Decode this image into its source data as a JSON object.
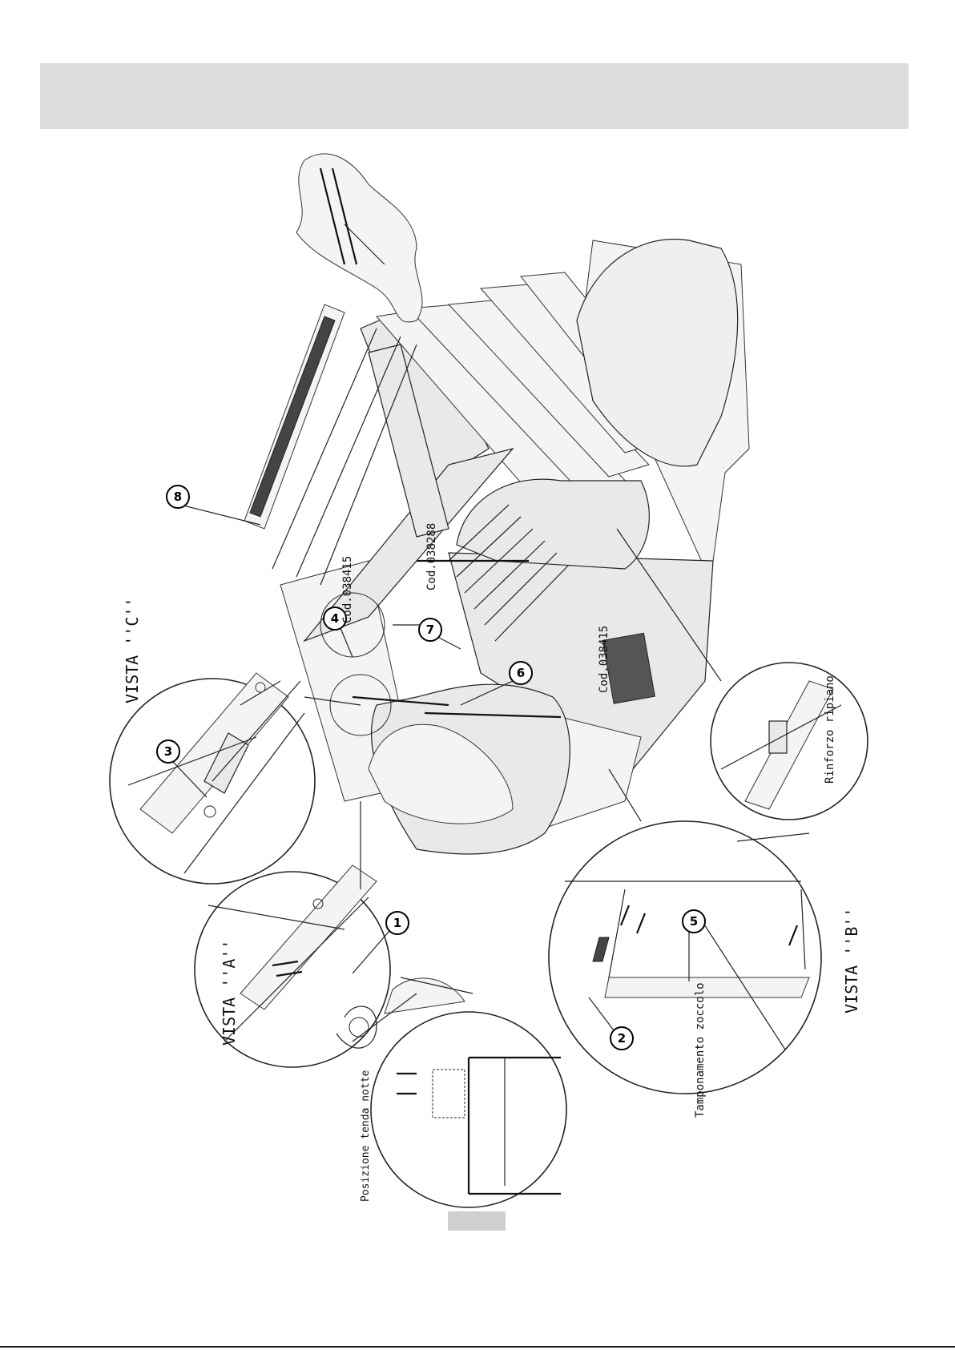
{
  "header": {
    "text": ""
  },
  "labels": {
    "vista_c": "VISTA ''C''",
    "vista_a": "VISTA ''A''",
    "vista_b": "VISTA ''B''",
    "cod_a": "Cod.038415",
    "cod_b": "Cod.038288",
    "cod_c": "Cod.038415",
    "rinforzo": "Rinforzo ripiano",
    "tamponamento": "Tamponamento zoccolo",
    "posizione": "Posizione tenda notte"
  },
  "callouts": [
    "1",
    "2",
    "3",
    "4",
    "5",
    "6",
    "7",
    "8"
  ],
  "page_number": ""
}
